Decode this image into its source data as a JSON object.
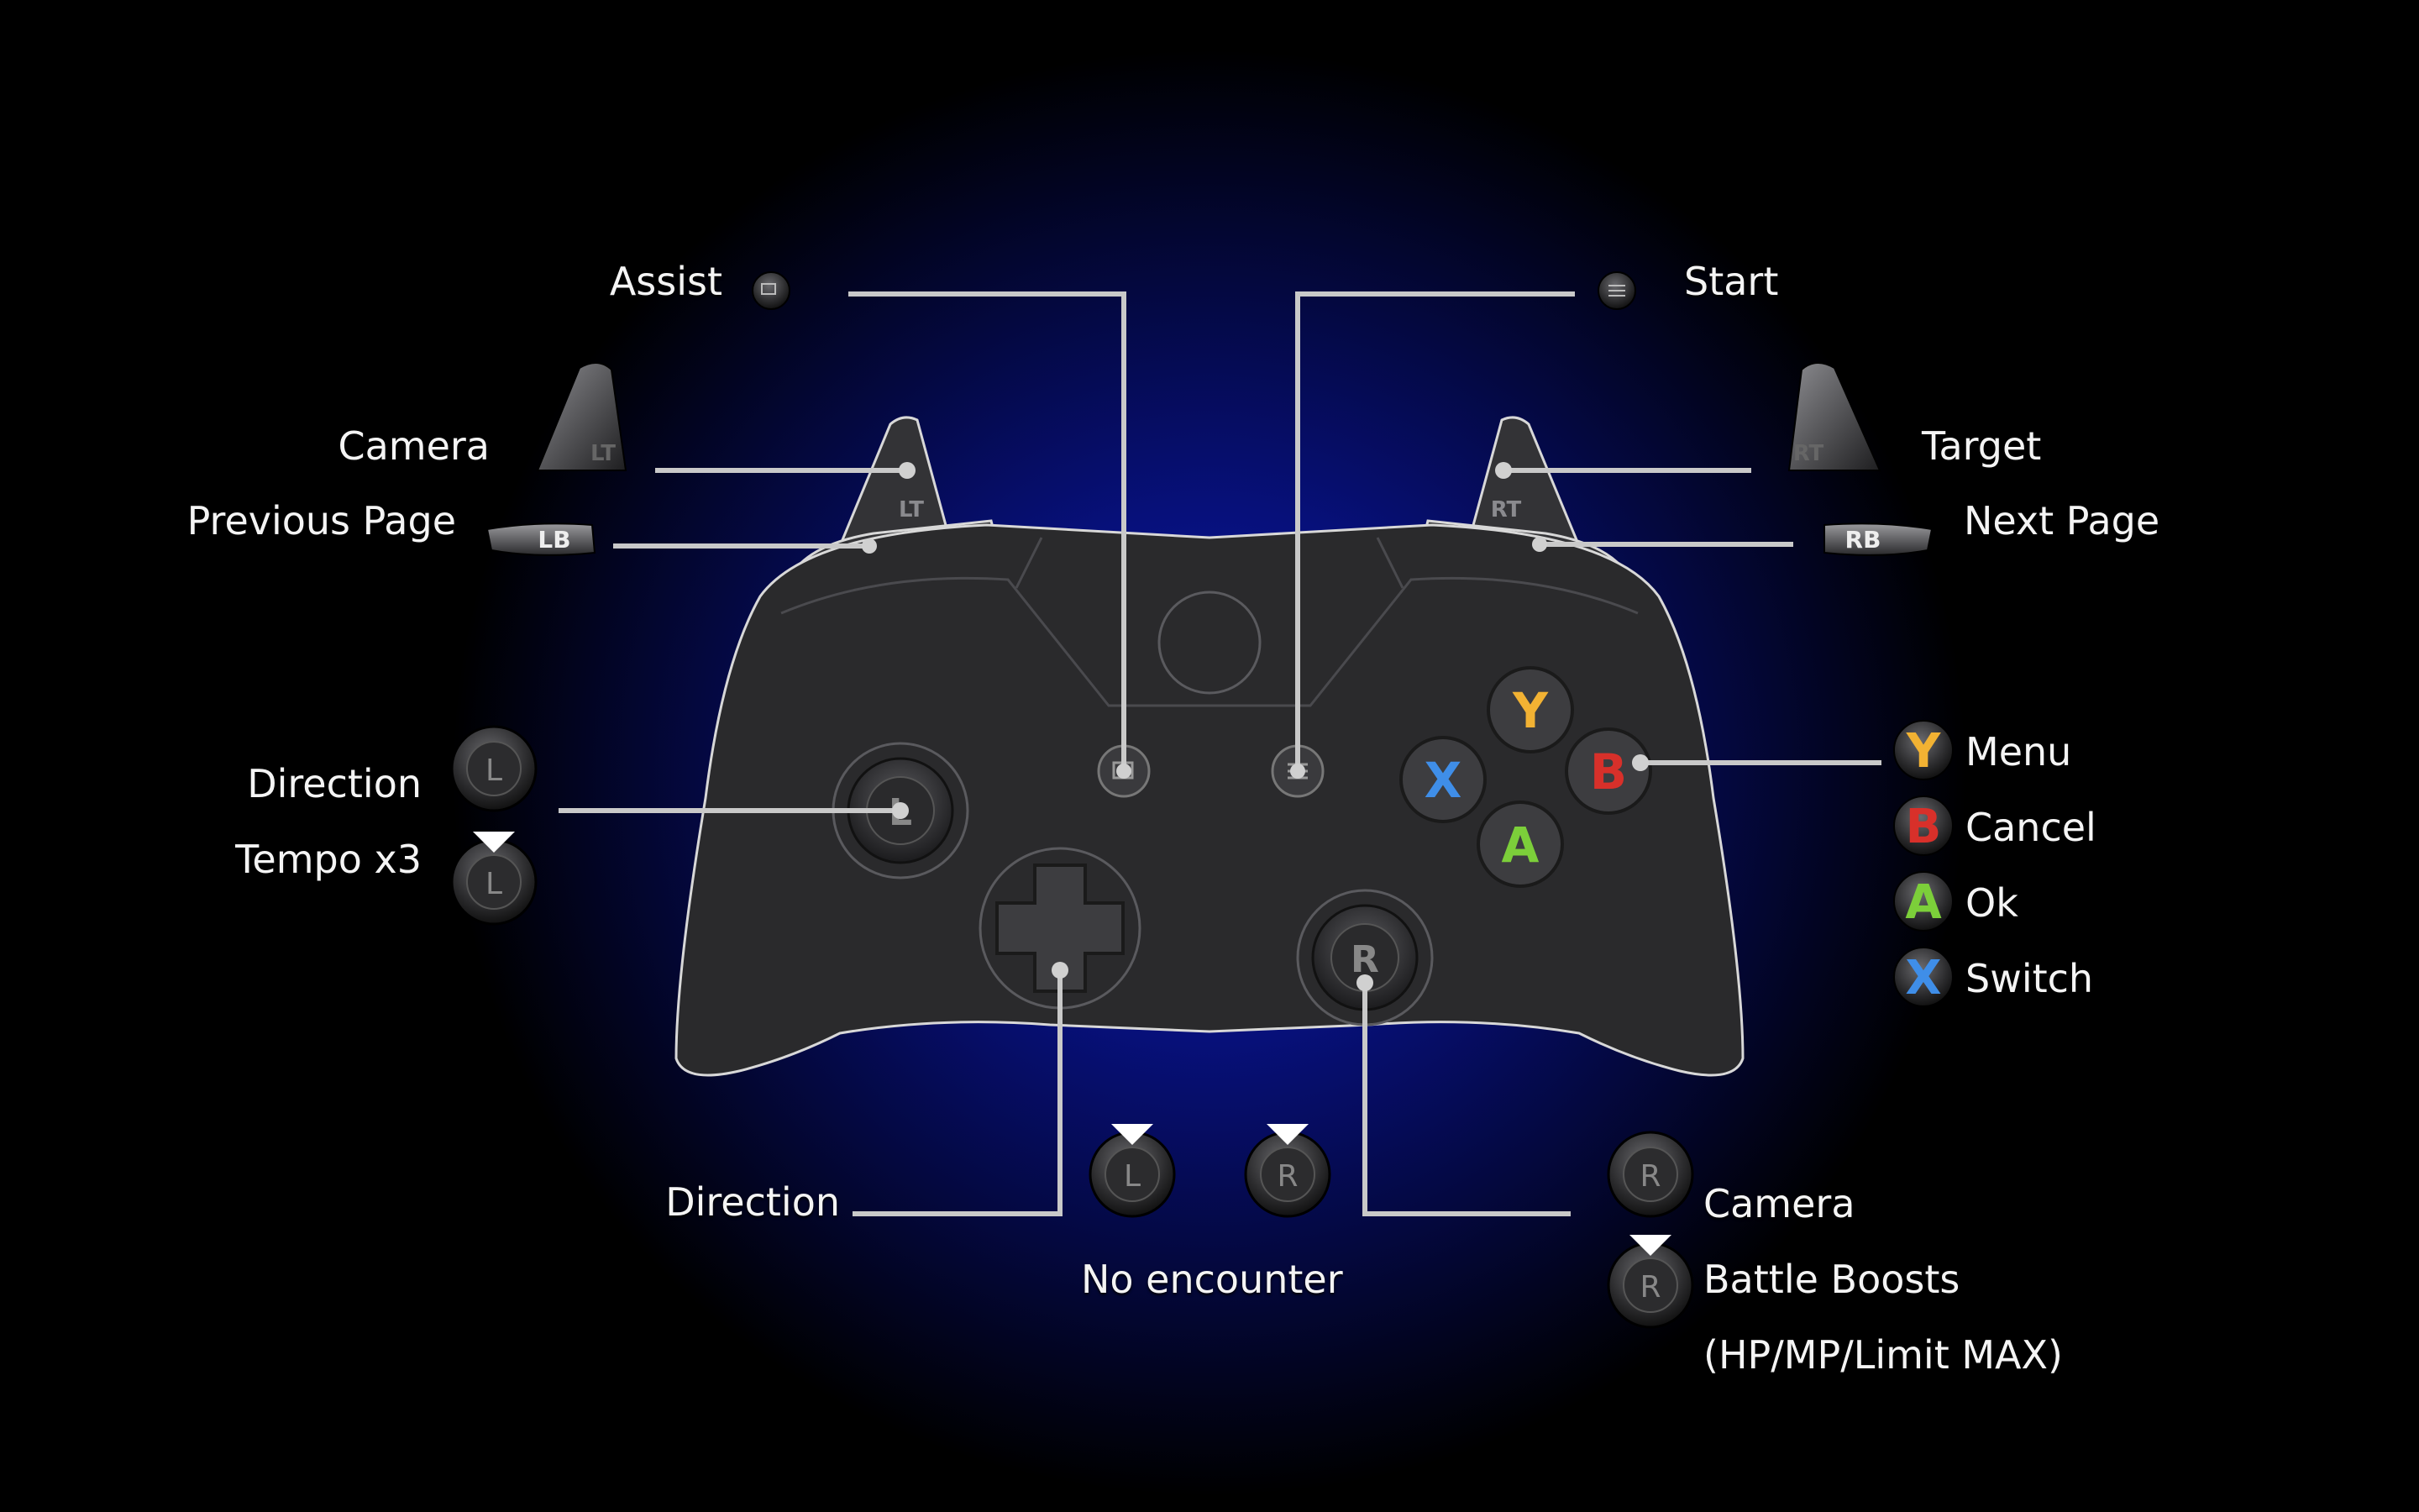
{
  "labels": {
    "assist": "Assist",
    "start": "Start",
    "camera_lt": "Camera",
    "target": "Target",
    "previous_page": "Previous Page",
    "next_page": "Next Page",
    "direction_left": "Direction",
    "tempo": "Tempo x3",
    "menu": "Menu",
    "cancel": "Cancel",
    "ok": "Ok",
    "switch": "Switch",
    "direction_dpad": "Direction",
    "no_encounter": "No encounter",
    "camera_rstick": "Camera",
    "battle_boosts": "Battle Boosts",
    "battle_boosts_detail": "(HP/MP/Limit MAX)"
  },
  "glyphs": {
    "lt": "LT",
    "rt": "RT",
    "lb": "LB",
    "rb": "RB",
    "l": "L",
    "r": "R",
    "y": "Y",
    "b": "B",
    "a": "A",
    "x": "X"
  },
  "colors": {
    "y": "#f2b233",
    "b": "#d8302a",
    "a": "#7ccf3a",
    "x": "#3f8ee8",
    "line": "#c9c9c9",
    "body": "#2a2a2c",
    "outline": "#d8d8d8"
  }
}
